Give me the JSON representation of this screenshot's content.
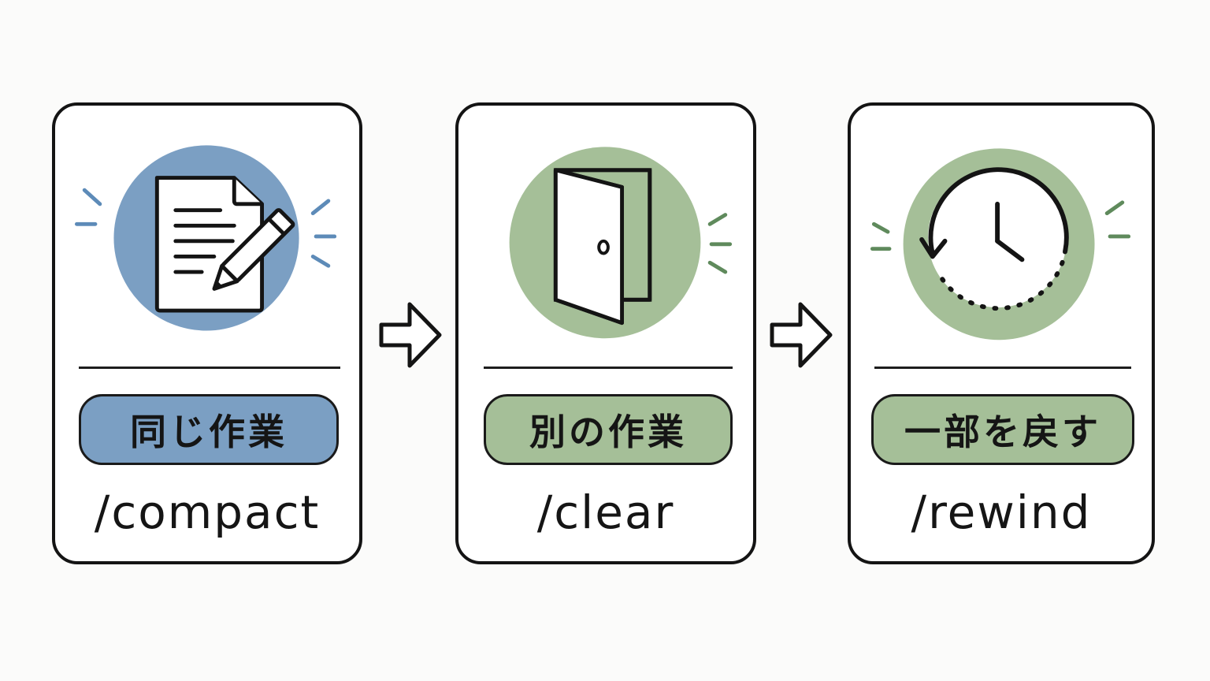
{
  "colors": {
    "compact_accent": "#7b9fc3",
    "green_accent": "#a5bf98",
    "spark_blue": "#5d8bb8",
    "spark_green": "#5f8a5c",
    "stroke": "#141414",
    "background": "#fbfbfa"
  },
  "cards": [
    {
      "id": "compact",
      "icon": "document-pencil-icon",
      "label": "同じ作業",
      "command": "/compact"
    },
    {
      "id": "clear",
      "icon": "open-door-icon",
      "label": "別の作業",
      "command": "/clear"
    },
    {
      "id": "rewind",
      "icon": "rewind-clock-icon",
      "label": "一部を戻す",
      "command": "/rewind"
    }
  ],
  "arrows": [
    {
      "icon": "right-arrow-icon"
    },
    {
      "icon": "right-arrow-icon"
    }
  ]
}
